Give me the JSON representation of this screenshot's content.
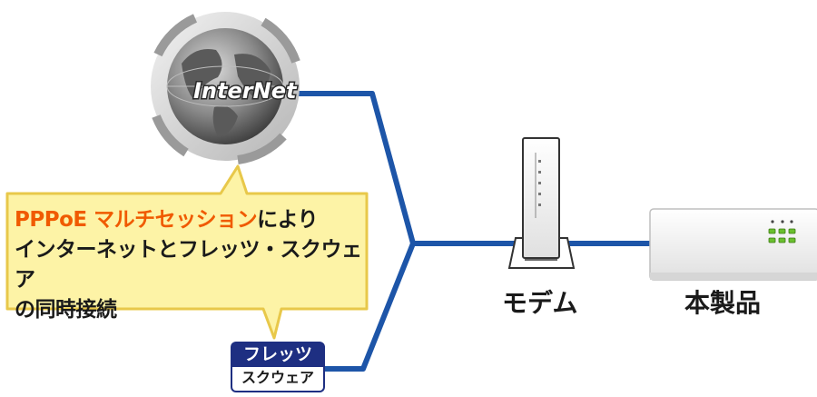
{
  "diagram": {
    "internet_label": "InterNet",
    "callout": {
      "highlight": "PPPoE マルチセッション",
      "line1_rest": "により",
      "line2": "インターネットとフレッツ・スクウェア",
      "line3": "の同時接続"
    },
    "modem_label": "モデム",
    "product_label": "本製品",
    "flets_top": "フレッツ",
    "flets_bottom": "スクウェア",
    "colors": {
      "line": "#1d55a8",
      "callout_fill": "#fdf3a6",
      "callout_border": "#e8c84a",
      "highlight": "#f05a00",
      "flets_badge": "#1e2f82"
    }
  }
}
